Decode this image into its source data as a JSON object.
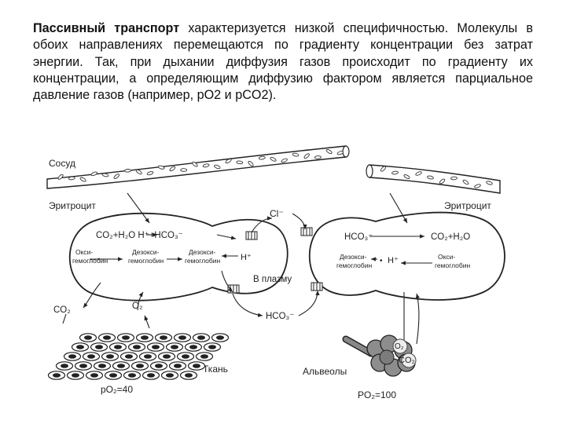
{
  "text": {
    "bold_lead": "Пассивный транспорт",
    "body": " характеризуется низкой специфичностью. Молекулы в обоих направлениях перемещаются по градиенту концентрации без затрат энергии. Так, при дыхании диффузия газов происходит по градиенту их концентрации, а определяющим диффузию фактором является парциальное давление газов (например, pO2 и pCO2)."
  },
  "diagram": {
    "vessel": "Сосуд",
    "rbc_left": "Эритроцит",
    "rbc_right": "Эритроцит",
    "left_eq": "CO₂+H₂O  H⁺+HCO₃⁻",
    "right_hco3": "HCO₃⁻",
    "right_eq": "CO₂+H₂O",
    "oxy_left_1": "Окси-",
    "oxy_left_2": "гемоглобин",
    "deoxy_a_1": "Дезокси-",
    "deoxy_a_2": "гемоглобин",
    "deoxy_b_1": "Дезокси-",
    "deoxy_b_2": "гемоглобин",
    "h_left": "H⁺",
    "deoxy_r_1": "Дезокси-",
    "deoxy_r_2": "гемоглобин",
    "h_right": "H⁺",
    "oxy_right_1": "Окси-",
    "oxy_right_2": "гемоглобин",
    "cl": "Cl⁻",
    "to_plasma": "В плазму",
    "hco3_out": "HCO₃⁻",
    "co2_left": "CO₂",
    "o2_left": "O₂",
    "tissue": "Ткань",
    "alveoli": "Альвеолы",
    "po2_tissue": "pO₂=40",
    "po2_alv": "PO₂=100",
    "o2_alv": "O₂",
    "co2_alv": "CO₂"
  }
}
